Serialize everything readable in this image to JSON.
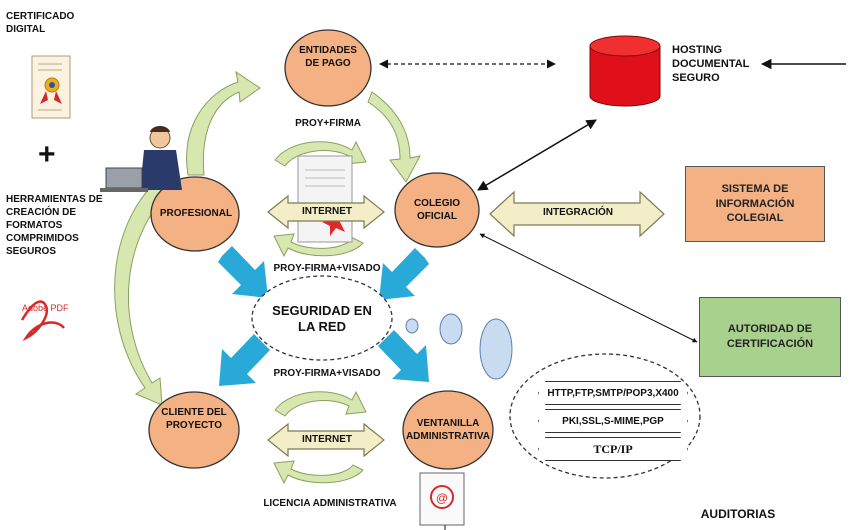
{
  "sidebar": {
    "certificado": "CERTIFICADO DIGITAL",
    "plus": "+",
    "herramientas": "HERRAMIENTAS DE CREACIÓN DE FORMATOS COMPRIMIDOS SEGUROS",
    "adobe_logo": "Adobe PDF"
  },
  "nodes": {
    "entidades": "ENTIDADES DE PAGO",
    "profesional": "PROFESIONAL",
    "colegio": "COLEGIO OFICIAL",
    "cliente": "CLIENTE DEL PROYECTO",
    "ventanilla": "VENTANILLA ADMINISTRATIVA",
    "seguridad": "SEGURIDAD EN LA RED"
  },
  "labels": {
    "proy_firma": "PROY+FIRMA",
    "internet_top": "INTERNET",
    "proy_firma_visado_top": "PROY-FIRMA+VISADO",
    "proy_firma_visado_bottom": "PROY-FIRMA+VISADO",
    "internet_bottom": "INTERNET",
    "licencia": "LICENCIA ADMINISTRATIVA",
    "integracion": "INTEGRACIÓN",
    "hosting": "HOSTING DOCUMENTAL SEGURO",
    "auditorias": "AUDITORIAS"
  },
  "boxes": {
    "sistema": "SISTEMA DE INFORMACIÓN COLEGIAL",
    "autoridad": "AUTORIDAD DE CERTIFICACIÓN"
  },
  "protocols": [
    "HTTP,FTP,SMTP/POP3,X400",
    "PKI,SSL,S-MIME,PGP",
    "TCP/IP"
  ],
  "colors": {
    "node_fill": "#f4b183",
    "cyl_red": "#e0101a",
    "blue_arrow": "#29a9d8",
    "curved_arrow": "#d8e6b0",
    "sistema_fill": "#f4b183",
    "autoridad_fill": "#a9d18e",
    "bubble": "#c9dbf0"
  }
}
